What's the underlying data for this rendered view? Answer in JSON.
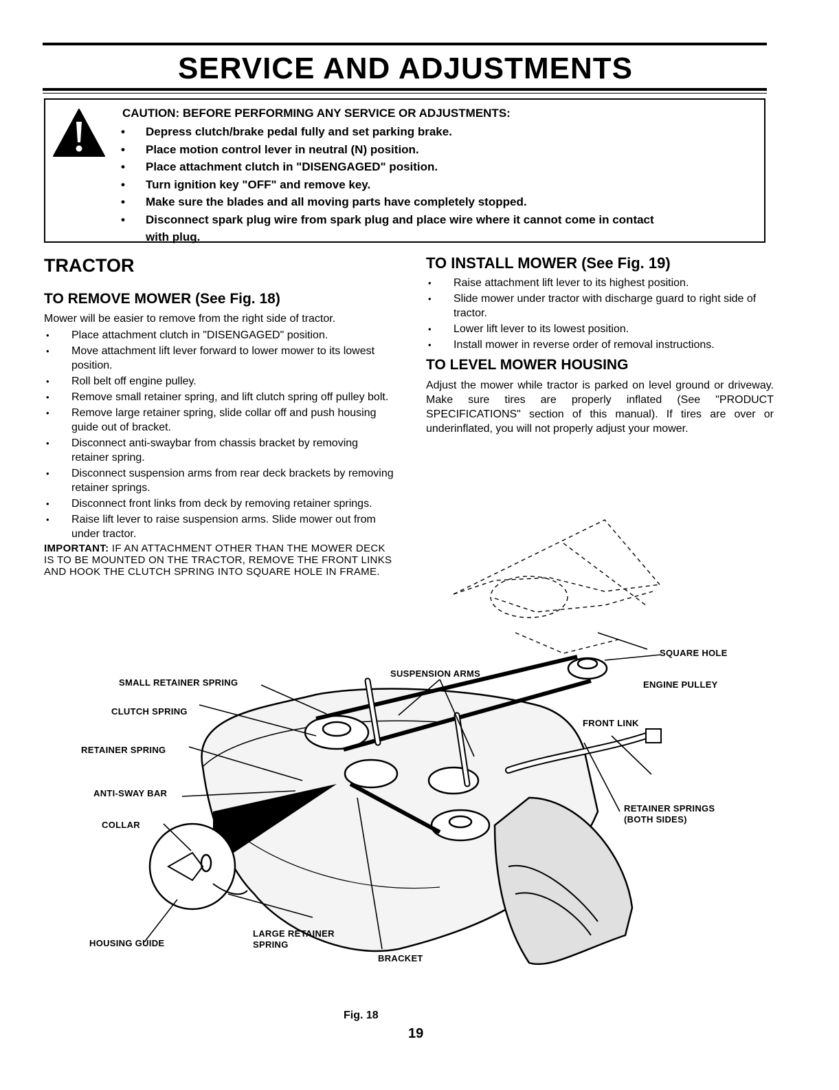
{
  "page": {
    "title": "SERVICE AND ADJUSTMENTS",
    "page_number": "19"
  },
  "caution": {
    "icon": "warning-triangle-icon",
    "heading": "CAUTION: BEFORE PERFORMING ANY SERVICE OR ADJUSTMENTS:",
    "items": [
      "Depress clutch/brake pedal fully and set parking brake.",
      "Place motion control lever in neutral (N) position.",
      "Place attachment clutch in \"DISENGAGED\" position.",
      "Turn ignition key \"OFF\" and remove key.",
      "Make sure the blades and all moving parts have completely stopped.",
      "Disconnect spark plug wire from spark plug and place wire where it cannot come in contact"
    ],
    "item6_cont": "with plug."
  },
  "tractor": {
    "heading": "TRACTOR",
    "remove": {
      "heading": "TO REMOVE MOWER (See Fig. 18)",
      "intro": "Mower will be easier to remove from the right side of tractor.",
      "steps": [
        "Place attachment clutch in \"DISENGAGED\" position.",
        "Move attachment lift lever forward to lower mower to its lowest position.",
        "Roll belt off engine pulley.",
        "Remove small retainer spring, and lift clutch spring off pulley bolt.",
        "Remove large retainer spring, slide collar off and push housing guide out of bracket.",
        "Disconnect anti-swaybar from chassis bracket by removing retainer spring.",
        "Disconnect suspension arms from rear deck brackets by removing retainer springs.",
        "Disconnect front links from deck by removing retainer springs.",
        "Raise lift lever to raise suspension arms. Slide mower out from under tractor."
      ],
      "important_label": "IMPORTANT:",
      "important_text": "IF AN ATTACHMENT OTHER THAN THE MOWER DECK IS TO BE MOUNTED ON THE TRACTOR, REMOVE THE FRONT LINKS AND HOOK THE CLUTCH SPRING INTO SQUARE HOLE IN FRAME."
    }
  },
  "install": {
    "heading": "TO INSTALL MOWER (See Fig. 19)",
    "steps": [
      "Raise attachment lift lever to its highest position.",
      "Slide mower under tractor with discharge guard to right side of tractor.",
      "Lower lift lever to its lowest position.",
      "Install mower in reverse order of removal instructions."
    ]
  },
  "level": {
    "heading": "TO LEVEL MOWER HOUSING",
    "text": "Adjust the mower while tractor is parked on level ground or driveway. Make sure tires are properly inflated (See \"PRODUCT SPECIFICATIONS\" section of this manual). If tires are over or underinflated, you will not properly adjust your mower."
  },
  "figure": {
    "caption": "Fig. 18",
    "labels": {
      "square_hole": "SQUARE HOLE",
      "suspension_arms": "SUSPENSION ARMS",
      "engine_pulley": "ENGINE PULLEY",
      "small_retainer_spring": "SMALL RETAINER SPRING",
      "clutch_spring": "CLUTCH SPRING",
      "front_link": "FRONT LINK",
      "retainer_spring": "RETAINER SPRING",
      "anti_sway_bar": "ANTI-SWAY BAR",
      "retainer_springs": "RETAINER SPRINGS",
      "both_sides": "(BOTH SIDES)",
      "collar": "COLLAR",
      "housing_guide": "HOUSING GUIDE",
      "large_retainer": "LARGE RETAINER",
      "spring": "SPRING",
      "bracket": "BRACKET"
    }
  }
}
